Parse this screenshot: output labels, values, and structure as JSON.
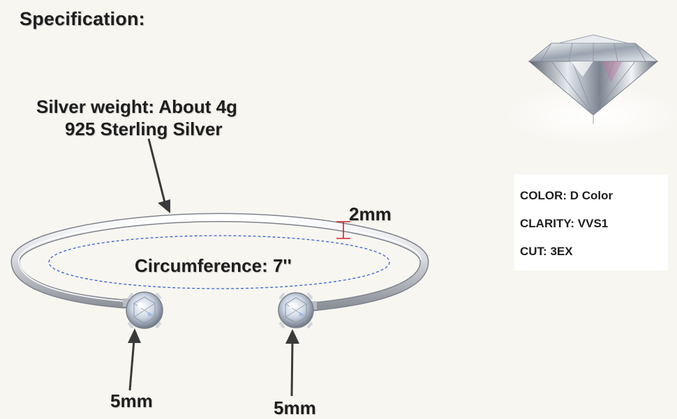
{
  "heading": "Specification:",
  "weight_label": "Silver weight: About 4g",
  "material_label": "925 Sterling Silver",
  "thickness_label": "2mm",
  "circumference_label": "Circumference: 7''",
  "stone_left_label": "5mm",
  "stone_right_label": "5mm",
  "specs": [
    {
      "text": "COLOR: D Color"
    },
    {
      "text": "CLARITY: VVS1"
    },
    {
      "text": "CUT: 3EX"
    }
  ],
  "colors": {
    "background": "#f8f6f1",
    "text": "#1e1e1e",
    "circumference_dash": "#3a5fd0",
    "measure_marker": "#d0202a",
    "silver": "#d6d8dc"
  }
}
